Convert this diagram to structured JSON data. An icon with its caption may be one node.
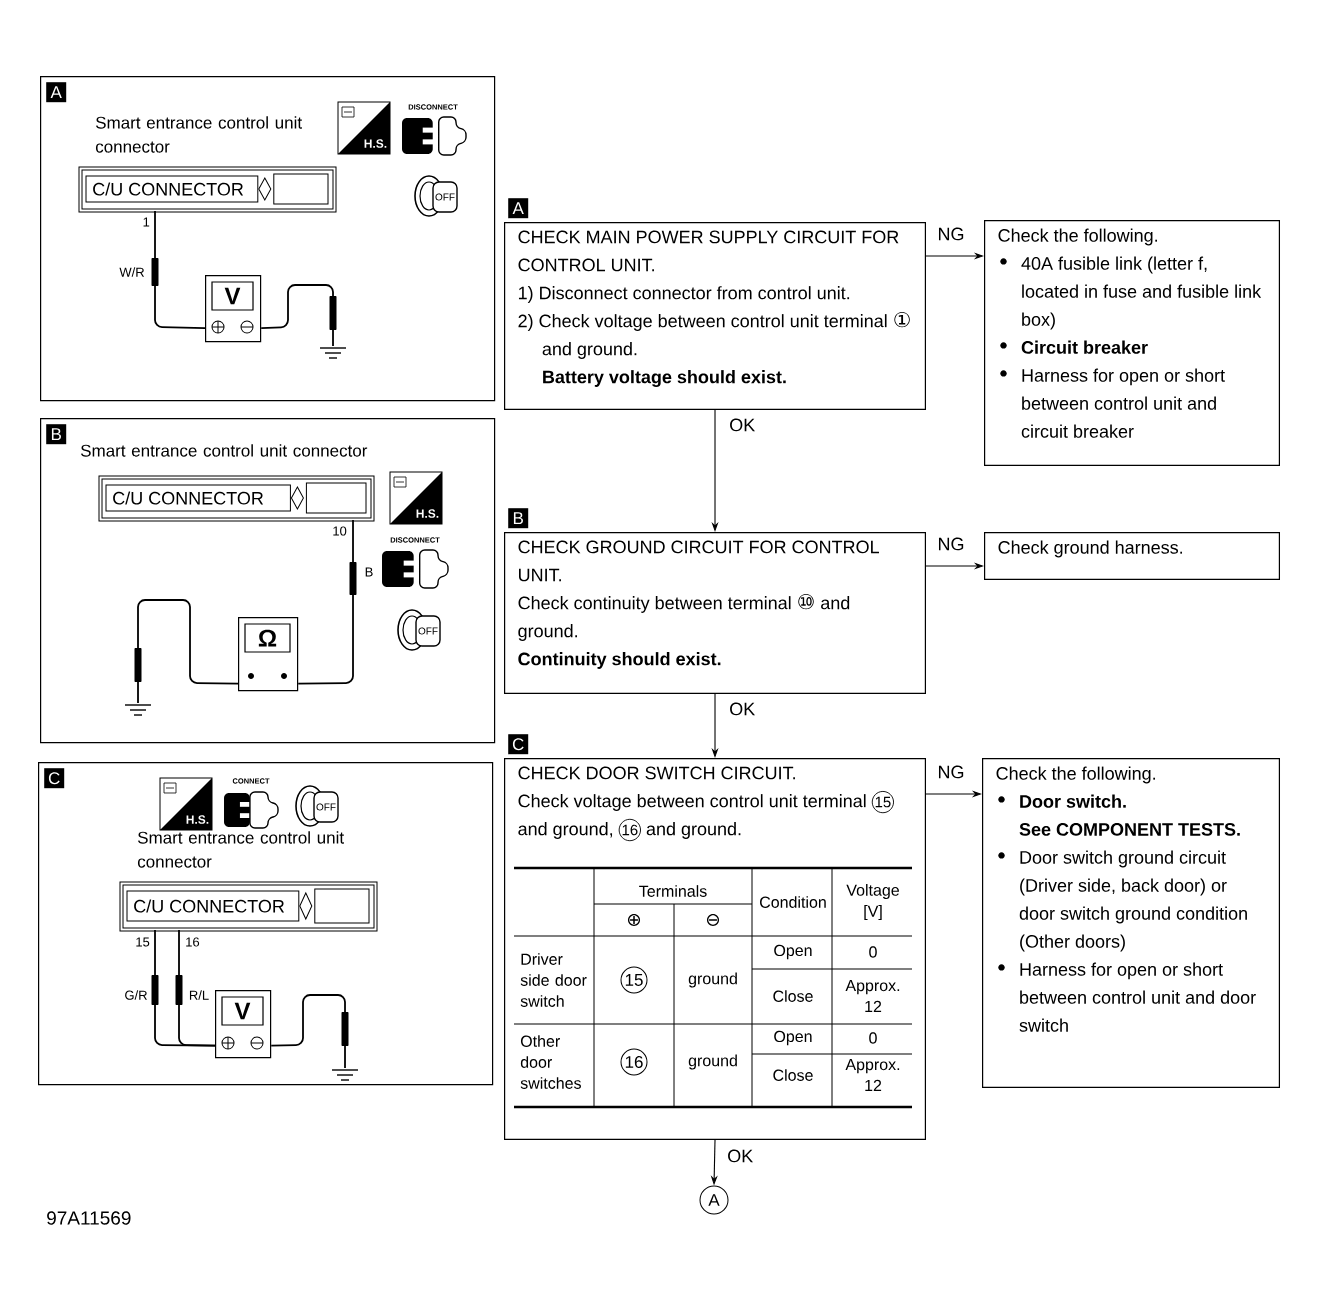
{
  "diagram": {
    "nodes": [
      {
        "text": [
          "A",
          "Smart entrance control unit connector"
        ]
      },
      {
        "text": [
          "C/U CONNECTOR"
        ],
        "in": 0
      },
      {
        "text": [
          "V"
        ],
        "in": 0
      },
      {
        "text": [],
        "shape": "ground",
        "in": 0
      },
      {
        "text": [
          "B",
          "Smart entrance control unit connector"
        ]
      },
      {
        "text": [
          "C/U CONNECTOR"
        ],
        "in": 4
      },
      {
        "text": [
          "Ω"
        ],
        "in": 4
      },
      {
        "text": [],
        "shape": "ground",
        "in": 4
      },
      {
        "text": [
          "C",
          "Smart entrance control unit connector"
        ]
      },
      {
        "text": [
          "C/U CONNECTOR"
        ],
        "in": 8
      },
      {
        "text": [
          "V"
        ],
        "in": 8
      },
      {
        "text": [],
        "shape": "ground",
        "in": 8
      },
      {
        "text": [
          "A",
          "CHECK MAIN POWER SUPPLY CIRCUIT FOR CONTROL UNIT.",
          "1) Disconnect connector from control unit.",
          "2) Check voltage between control unit terminal ① and ground.",
          "Battery voltage should exist."
        ]
      },
      {
        "text": [
          "Check the following.",
          "40A fusible link (letter f, located in fuse and fusible link box)",
          "Circuit breaker",
          "Harness for open or short between control unit and circuit breaker"
        ]
      },
      {
        "text": [
          "B",
          "CHECK GROUND CIRCUIT FOR CONTROL UNIT.",
          "Check continuity between terminal ⑩ and ground.",
          "Continuity should exist."
        ]
      },
      {
        "text": [
          "Check ground harness."
        ]
      },
      {
        "text": [
          "C",
          "CHECK DOOR SWITCH CIRCUIT.",
          "Check voltage between control unit terminal 15 and ground, 16 and ground."
        ]
      },
      {
        "text": [
          "Check the following.",
          "Door switch.",
          "See COMPONENT TESTS.",
          "Door switch ground circuit (Driver side, back door) or door switch ground condition (Other doors)",
          "Harness for open or short between control unit and door switch"
        ]
      },
      {
        "text": [
          "A"
        ]
      }
    ],
    "edges": [
      {
        "from": 1,
        "to": 2,
        "arrow": "none",
        "label": "W/R"
      },
      {
        "from": 2,
        "to": 3,
        "arrow": "none"
      },
      {
        "from": 5,
        "to": 6,
        "arrow": "none",
        "label": "B"
      },
      {
        "from": 6,
        "to": 7,
        "arrow": "none"
      },
      {
        "from": 9,
        "to": 10,
        "arrow": "none",
        "label": "G/R"
      },
      {
        "from": 9,
        "to": 10,
        "arrow": "none",
        "label": "R/L"
      },
      {
        "from": 10,
        "to": 11,
        "arrow": "none"
      },
      {
        "from": 12,
        "to": 13,
        "arrow": "to",
        "label": "NG"
      },
      {
        "from": 12,
        "to": 14,
        "arrow": "to",
        "label": "OK"
      },
      {
        "from": 14,
        "to": 15,
        "arrow": "to",
        "label": "NG"
      },
      {
        "from": 14,
        "to": 16,
        "arrow": "to",
        "label": "OK"
      },
      {
        "from": 16,
        "to": 17,
        "arrow": "to",
        "label": "NG"
      },
      {
        "from": 16,
        "to": 18,
        "arrow": "to",
        "label": "OK"
      }
    ],
    "labels": [
      "H.S.",
      "DISCONNECT",
      "OFF",
      "1",
      "H.S.",
      "10",
      "DISCONNECT",
      "OFF",
      "H.S.",
      "CONNECT",
      "OFF",
      "15",
      "16",
      "Terminals",
      "Condition",
      "Voltage [V]",
      "⊕",
      "⊖",
      "Driver side door switch",
      "15",
      "ground",
      "Open",
      "0",
      "Close",
      "Approx. 12",
      "Other door switches",
      "16",
      "ground",
      "Open",
      "0",
      "Close",
      "Approx. 12",
      "97A11569"
    ]
  }
}
